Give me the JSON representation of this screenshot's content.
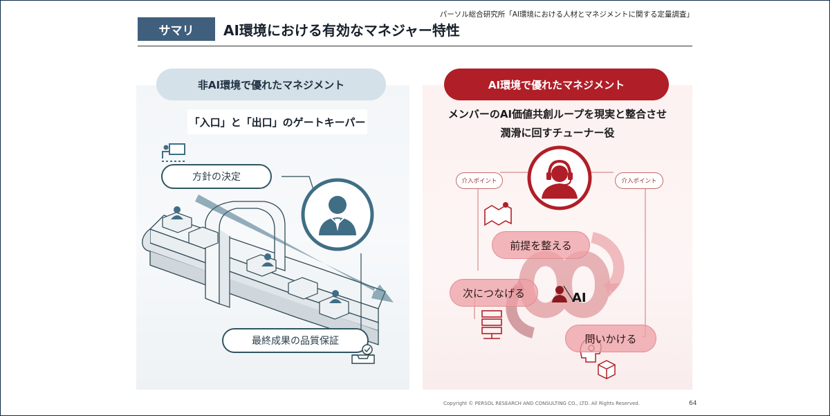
{
  "header": {
    "tag": "サマリ",
    "title": "AI環境における有効なマネジャー特性",
    "source": "パーソル総合研究所「AI環境における人材とマネジメントに関する定量調査」"
  },
  "left": {
    "pill": "非AI環境で優れたマネジメント",
    "subtitle": "「入口」と「出口」のゲートキーパー",
    "label_top": "方針の決定",
    "label_bottom": "最終成果の品質保証",
    "icons": [
      "presentation-icon",
      "businessman-icon",
      "inbox-check-icon"
    ]
  },
  "right": {
    "pill": "AI環境で優れたマネジメント",
    "subtitle_line1": "メンバーのAI価値共創ループを現実と整合させ",
    "subtitle_line2": "潤滑に回すチューナー役",
    "point_left": "介入ポイント",
    "point_right": "介入ポイント",
    "step1": "前提を整える",
    "step2": "次につなげる",
    "step3": "問いかける",
    "center_label": "AI",
    "icons": [
      "headset-operator-icon",
      "map-pin-icon",
      "server-icon",
      "brain-icon",
      "box-icon"
    ]
  },
  "footer": {
    "copyright": "Copyright © PERSOL RESEARCH AND CONSULTING CO., LTD. All Rights Reserved.",
    "page": "64"
  },
  "colors": {
    "navy": "#3f5f7d",
    "accent_red": "#b01e27",
    "pill_blue": "#d4e1e8",
    "step_pink": "#eea0a5"
  }
}
